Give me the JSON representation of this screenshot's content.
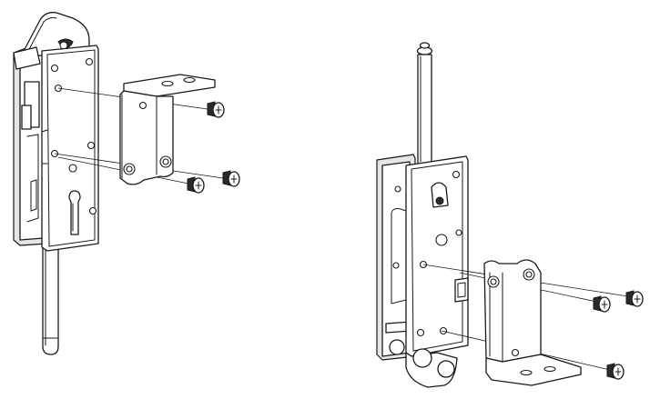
{
  "figure": {
    "background": "#ffffff",
    "line_color": "#1a1a1a",
    "assemblies": [
      {
        "view": "latch-vertical-bolt-down",
        "parts": [
          "latch-body",
          "mounting-bracket",
          "screw",
          "screw",
          "screw"
        ]
      },
      {
        "view": "latch-vertical-bolt-up",
        "parts": [
          "latch-body",
          "mounting-bracket",
          "screw",
          "screw",
          "screw"
        ]
      }
    ]
  }
}
